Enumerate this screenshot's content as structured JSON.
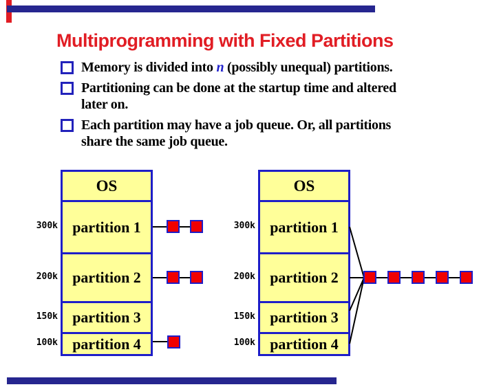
{
  "slide": {
    "title": "Multiprogramming with Fixed Partitions",
    "bullets": [
      {
        "pre": "Memory is divided into ",
        "var": "n",
        "post": " (possibly unequal) partitions."
      },
      {
        "lines": [
          "Partitioning can be done at the startup time and altered",
          "later on."
        ]
      },
      {
        "lines": [
          "Each partition may have a job queue.  Or, all partitions",
          "share the same job queue."
        ]
      }
    ]
  },
  "diagram": {
    "os_label": "OS",
    "partition_labels": [
      "partition 1",
      "partition 2",
      "partition 3",
      "partition 4"
    ],
    "size_labels": [
      "300k",
      "200k",
      "150k",
      "100k"
    ],
    "left_diagram_queue_jobs": {
      "partition 1": 2,
      "partition 2": 2,
      "partition 3": 0,
      "partition 4": 1
    },
    "right_diagram_shared_queue_jobs": 5
  },
  "colors": {
    "title_red": "#E11D24",
    "bullet_square_blue": "#2222BB",
    "variable_blue": "#2222CC",
    "box_border_blue": "#1E1EC8",
    "box_fill_yellow": "#FFFF99",
    "job_square_red": "#F00000",
    "template_bar_navy": "#26268F",
    "template_accent_red": "#E11D24"
  }
}
